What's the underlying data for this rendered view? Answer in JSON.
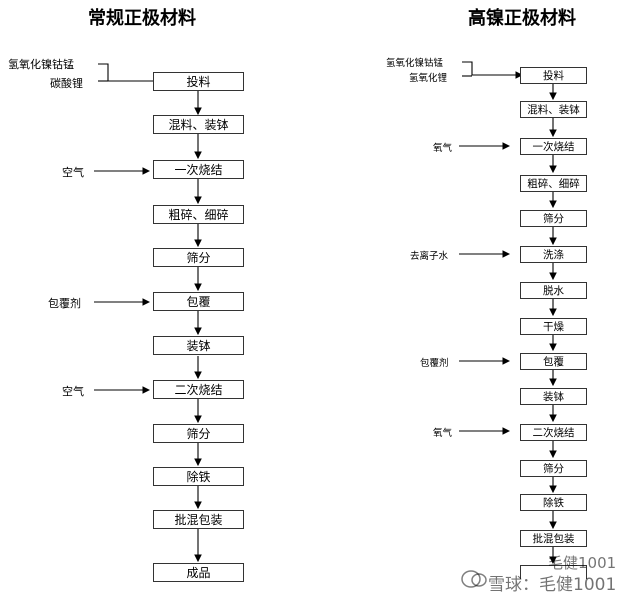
{
  "left": {
    "title": "常规正极材料",
    "inputs": [
      "氢氧化镍钴锰",
      "碳酸锂"
    ],
    "steps": [
      "投料",
      "混料、装钵",
      "一次烧结",
      "粗碎、细碎",
      "筛分",
      "包覆",
      "装钵",
      "二次烧结",
      "筛分",
      "除铁",
      "批混包装",
      "成品"
    ],
    "side_air1": "空气",
    "side_coat": "包覆剂",
    "side_air2": "空气"
  },
  "right": {
    "title": "高镍正极材料",
    "inputs": [
      "氢氧化镍钴锰",
      "氢氧化锂"
    ],
    "steps": [
      "投料",
      "混料、装钵",
      "一次烧结",
      "粗碎、细碎",
      "筛分",
      "洗涤",
      "脱水",
      "干燥",
      "包覆",
      "装钵",
      "二次烧结",
      "筛分",
      "除铁",
      "批混包装"
    ],
    "side_oxy1": "氧气",
    "side_water": "去离子水",
    "side_coat": "包覆剂",
    "side_oxy2": "氧气"
  },
  "watermark": {
    "top": "毛健1001",
    "bottom": "雪球：毛健1001"
  }
}
